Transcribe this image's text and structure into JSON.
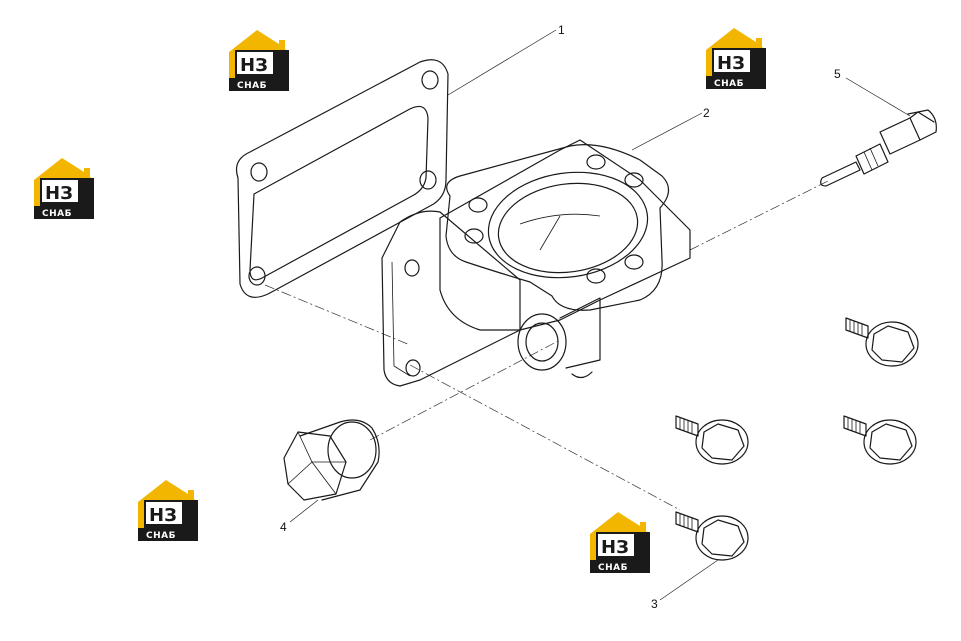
{
  "logo": {
    "mark": "НЗ",
    "subtitle": "СНАБ",
    "colors": {
      "roof": "#f2b600",
      "box": "#1a1a1a",
      "plate": "#ffffff"
    }
  },
  "callouts": [
    {
      "id": "gasket",
      "label": "1"
    },
    {
      "id": "thermostat-housing",
      "label": "2"
    },
    {
      "id": "flange-bolt",
      "label": "3"
    },
    {
      "id": "plug",
      "label": "4"
    },
    {
      "id": "temperature-sensor",
      "label": "5"
    }
  ]
}
